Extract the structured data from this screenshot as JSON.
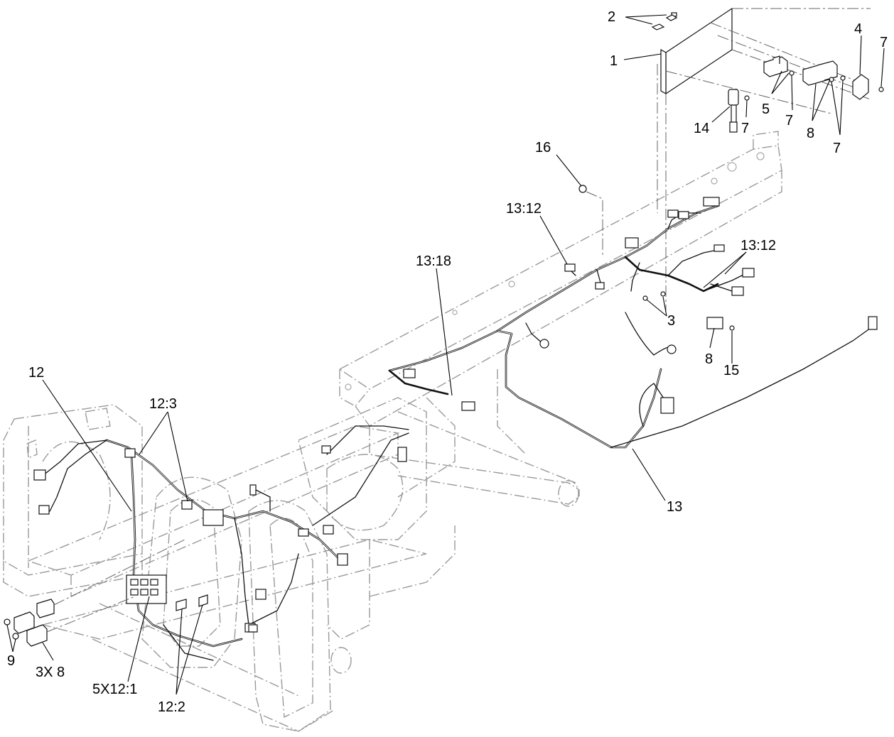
{
  "callouts": [
    {
      "id": "c2",
      "label": "2"
    },
    {
      "id": "c1",
      "label": "1"
    },
    {
      "id": "c4",
      "label": "4"
    },
    {
      "id": "c7a",
      "label": "7"
    },
    {
      "id": "c5",
      "label": "5"
    },
    {
      "id": "c7b",
      "label": "7"
    },
    {
      "id": "c8a",
      "label": "8"
    },
    {
      "id": "c7c",
      "label": "7"
    },
    {
      "id": "c14",
      "label": "14"
    },
    {
      "id": "c7d",
      "label": "7"
    },
    {
      "id": "c16",
      "label": "16"
    },
    {
      "id": "c13_12a",
      "label": "13:12"
    },
    {
      "id": "c13_12b",
      "label": "13:12"
    },
    {
      "id": "c13_18",
      "label": "13:18"
    },
    {
      "id": "c3",
      "label": "3"
    },
    {
      "id": "c8b",
      "label": "8"
    },
    {
      "id": "c15",
      "label": "15"
    },
    {
      "id": "c13",
      "label": "13"
    },
    {
      "id": "c12",
      "label": "12"
    },
    {
      "id": "c12_3",
      "label": "12:3"
    },
    {
      "id": "c9",
      "label": "9"
    },
    {
      "id": "c3x8",
      "label": "3X 8"
    },
    {
      "id": "c5x12_1",
      "label": "5X12:1"
    },
    {
      "id": "c12_2",
      "label": "12:2"
    }
  ]
}
